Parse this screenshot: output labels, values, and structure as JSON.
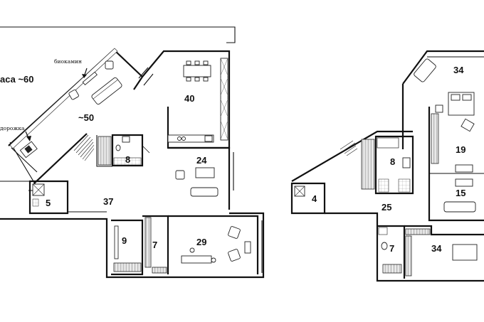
{
  "plan_left": {
    "terrace_label": "аса ~60",
    "annotations": {
      "biokamin": "биокамин",
      "dorozhka": "дорожка"
    },
    "rooms": [
      "~50",
      "40",
      "8",
      "24",
      "5",
      "37",
      "9",
      "7",
      "29"
    ]
  },
  "plan_right": {
    "rooms": [
      "34",
      "8",
      "19",
      "4",
      "25",
      "15",
      "7",
      "34"
    ]
  }
}
